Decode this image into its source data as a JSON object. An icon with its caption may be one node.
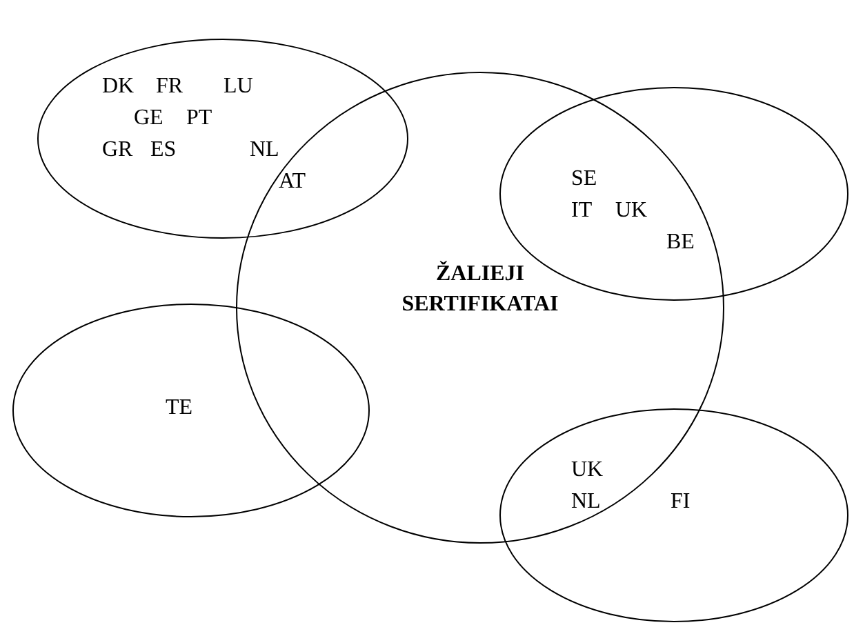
{
  "diagram": {
    "nodes": [
      {
        "text": [
          "ŽALIEJI SERTIFIKATAI"
        ]
      },
      {
        "text": [
          "DK",
          "FR",
          "LU",
          "GE",
          "PT",
          "GR",
          "ES",
          "NL",
          "AT"
        ]
      },
      {
        "text": [
          "SE",
          "IT",
          "UK",
          "BE"
        ]
      },
      {
        "text": [
          "TE"
        ]
      },
      {
        "text": [
          "UK",
          "NL",
          "FI"
        ]
      }
    ]
  }
}
